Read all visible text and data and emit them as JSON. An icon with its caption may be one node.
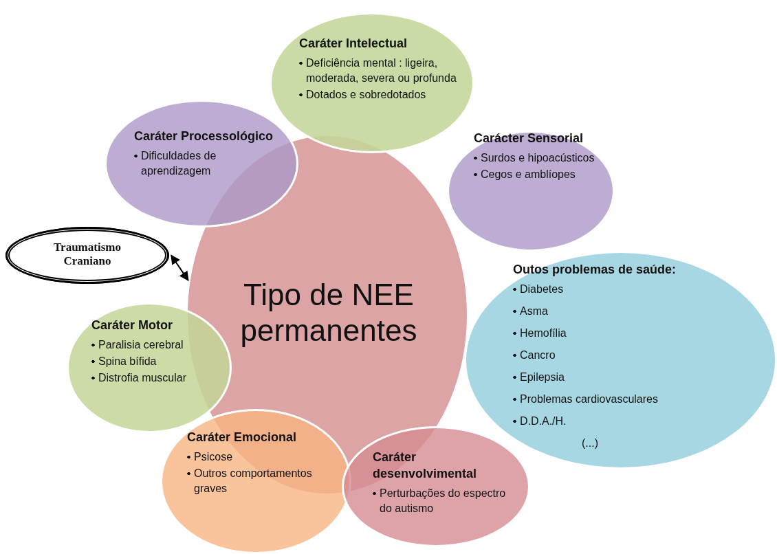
{
  "diagram": {
    "nodes": [
      {
        "text": [
          "Caráter Intelectual",
          "Deficiência mental : ligeira, moderada, severa ou profunda",
          "Dotados e sobredotados"
        ]
      },
      {
        "text": [
          "Caráter Processológico",
          "Dificuldades de aprendizagem"
        ]
      },
      {
        "text": [
          "Carácter Sensorial",
          "Surdos e hipoacústicos",
          "Cegos e amblíopes"
        ]
      },
      {
        "text": [
          "Traumatismo Craniano"
        ]
      },
      {
        "text": [
          "Tipo de NEE permanentes"
        ]
      },
      {
        "text": [
          "Outos problemas de saúde:",
          "Diabetes",
          "Asma",
          "Hemofília",
          "Cancro",
          "Epilepsia",
          "Problemas cardiovasculares",
          "D.D.A./H.",
          "(...)"
        ]
      },
      {
        "text": [
          "Caráter Motor",
          "Paralisia cerebral",
          "Spina bífida",
          "Distrofia muscular"
        ]
      },
      {
        "text": [
          "Caráter Emocional",
          "Psicose",
          "Outros comportamentos graves"
        ]
      },
      {
        "text": [
          "Caráter desenvolvimental",
          "Perturbações do espectro do autismo"
        ]
      }
    ],
    "edges": [
      {
        "from": 3,
        "to": 4,
        "arrow": "both"
      }
    ]
  }
}
